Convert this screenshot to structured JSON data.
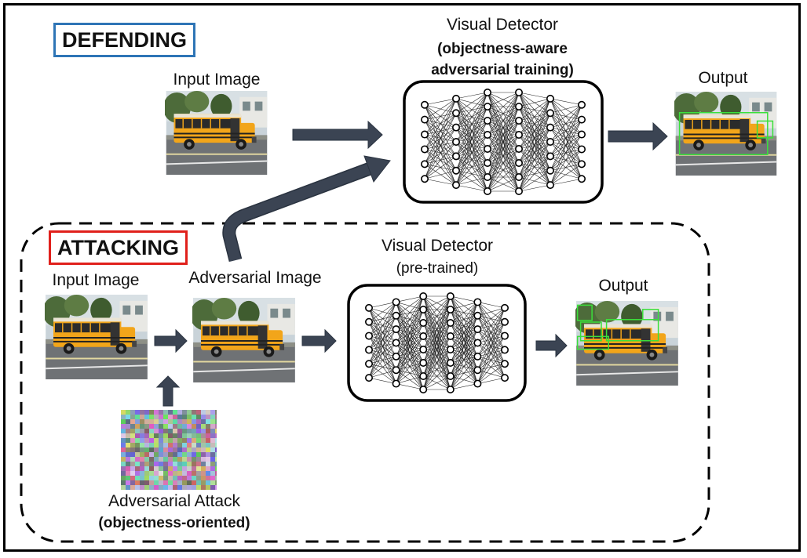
{
  "defending": {
    "title": "DEFENDING",
    "input_label": "Input Image",
    "detector_title": "Visual Detector",
    "detector_subtitle_line1": "(objectness-aware",
    "detector_subtitle_line2": "adversarial training)",
    "output_label": "Output",
    "title_border_color": "#2E75B6"
  },
  "attacking": {
    "title": "ATTACKING",
    "input_label": "Input Image",
    "adversarial_label": "Adversarial Image",
    "detector_title": "Visual Detector",
    "detector_subtitle": "(pre-trained)",
    "output_label": "Output",
    "attack_label": "Adversarial Attack",
    "attack_subtitle": "(objectness-oriented)",
    "title_border_color": "#E0201B"
  },
  "colors": {
    "arrow": "#3B4453",
    "bus": "#F2A51A",
    "detection_box": "#3BE03B"
  }
}
